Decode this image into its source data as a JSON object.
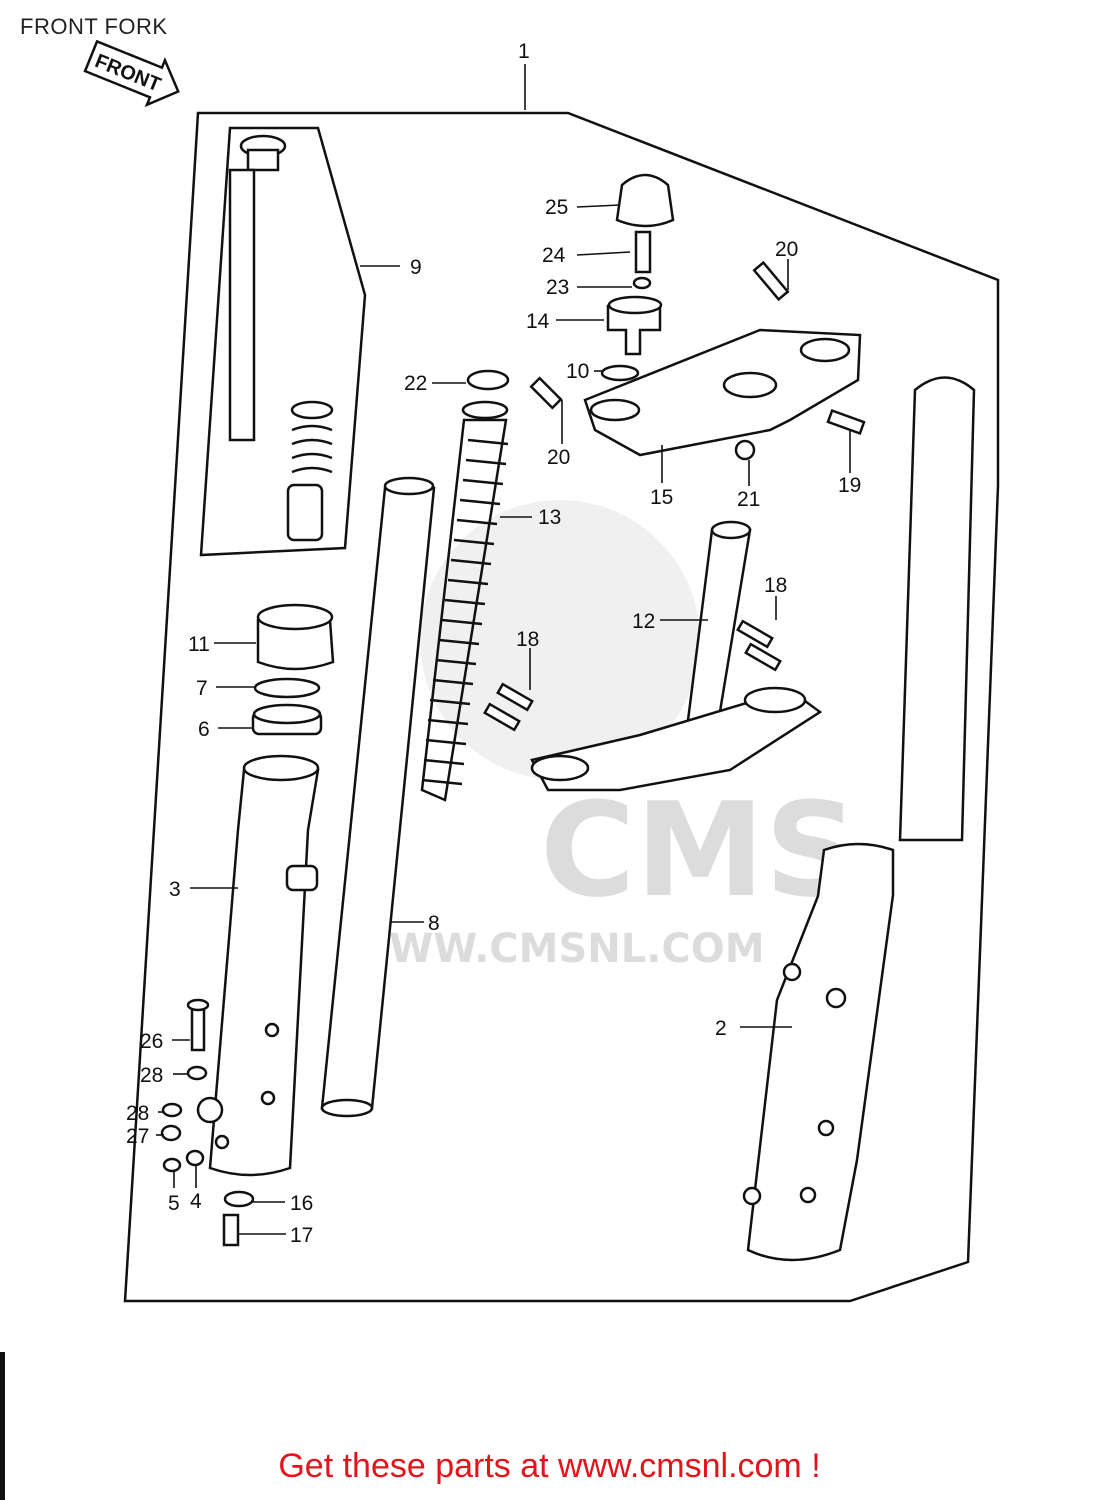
{
  "title": "FRONT FORK",
  "front_arrow_label": "FRONT",
  "footer_cta": "Get these parts at www.cmsnl.com !",
  "watermark": {
    "brand": "CMS",
    "url": "WWW.CMSNL.COM"
  },
  "colors": {
    "cta": "#e3141b",
    "line": "#111111",
    "watermark": "#dcdcdc"
  },
  "callouts": [
    "1",
    "2",
    "3",
    "4",
    "5",
    "6",
    "7",
    "8",
    "9",
    "10",
    "11",
    "12",
    "13",
    "14",
    "15",
    "16",
    "17",
    "18",
    "18",
    "19",
    "20",
    "20",
    "21",
    "22",
    "23",
    "24",
    "25",
    "26",
    "27",
    "28",
    "28"
  ]
}
